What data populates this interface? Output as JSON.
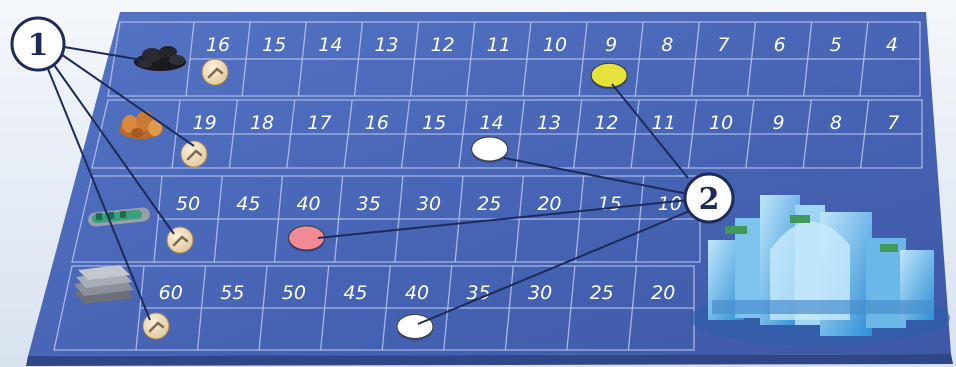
{
  "board": {
    "rows": [
      {
        "resource": "coal-resource-icon",
        "labels": [
          "16",
          "15",
          "14",
          "13",
          "12",
          "11",
          "10",
          "9",
          "8",
          "7",
          "6",
          "5",
          "4"
        ]
      },
      {
        "resource": "oil-resource-icon",
        "labels": [
          "19",
          "18",
          "17",
          "16",
          "15",
          "14",
          "13",
          "12",
          "11",
          "10",
          "9",
          "8",
          "7"
        ]
      },
      {
        "resource": "uranium-resource-icon",
        "labels": [
          "50",
          "45",
          "40",
          "35",
          "30",
          "25",
          "20",
          "15",
          "10"
        ]
      },
      {
        "resource": "metal-resource-icon",
        "labels": [
          "60",
          "55",
          "50",
          "45",
          "40",
          "35",
          "30",
          "25",
          "20"
        ]
      }
    ],
    "markers": [
      {
        "row": 0,
        "cell": 7,
        "color": "yellow"
      },
      {
        "row": 1,
        "cell": 5,
        "color": "white"
      },
      {
        "row": 2,
        "cell": 2,
        "color": "pink"
      },
      {
        "row": 3,
        "cell": 4,
        "color": "white"
      }
    ],
    "price_tokens": 4
  },
  "callouts": {
    "one": "1",
    "two": "2"
  },
  "colors": {
    "board": "#4865b6",
    "grid": "#b8c6ee",
    "yellow": "#e6e23c",
    "white": "#ffffff",
    "pink": "#f08a94",
    "token": "#f0dcb4",
    "callout_line": "#1d2a5a"
  }
}
